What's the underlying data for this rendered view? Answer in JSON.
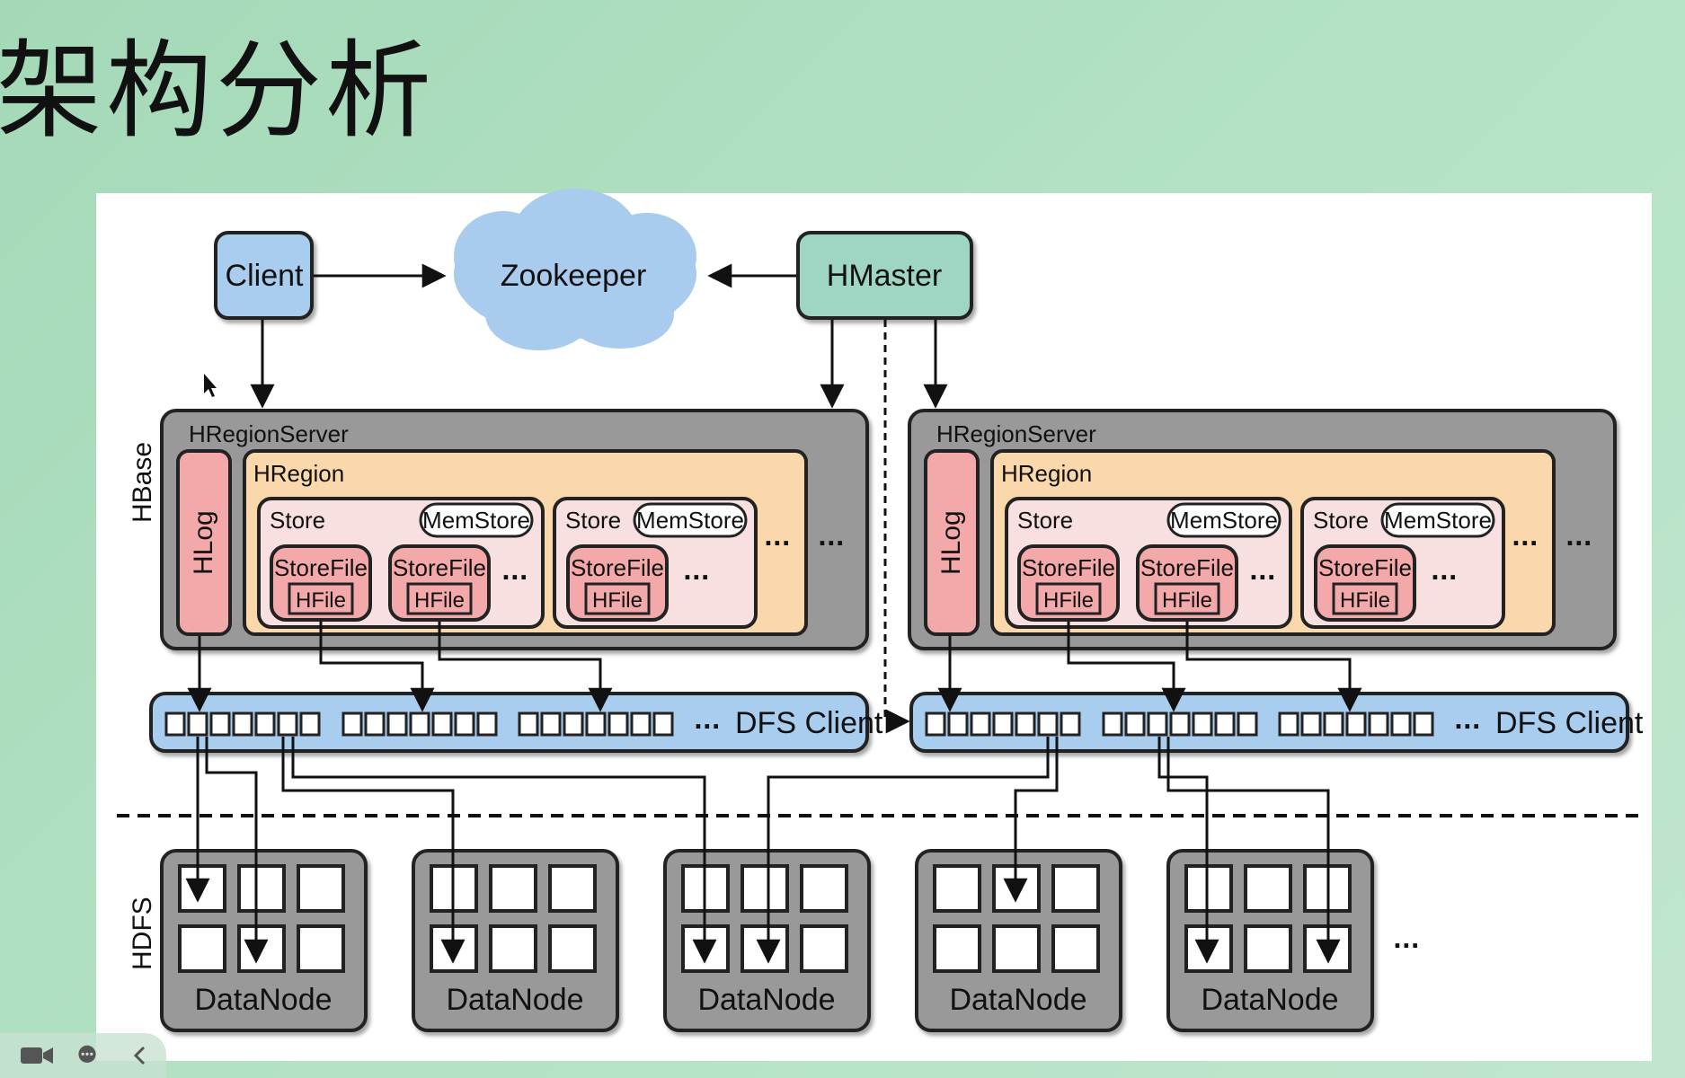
{
  "slide": {
    "title": "架构分析"
  },
  "diagram": {
    "client": "Client",
    "zookeeper": "Zookeeper",
    "hmaster": "HMaster",
    "hbase_label": "HBase",
    "hdfs_label": "HDFS",
    "servers": [
      {
        "name": "HRegionServer",
        "hlog": "HLog",
        "region": "HRegion",
        "stores": [
          {
            "label": "Store",
            "memstore": "MemStore",
            "storefiles": [
              "StoreFile",
              "StoreFile"
            ],
            "hfile": "HFile"
          },
          {
            "label": "Store",
            "memstore": "MemStore",
            "storefiles": [
              "StoreFile"
            ],
            "hfile": "HFile"
          }
        ],
        "dfs_client": "DFS Client"
      },
      {
        "name": "HRegionServer",
        "hlog": "HLog",
        "region": "HRegion",
        "stores": [
          {
            "label": "Store",
            "memstore": "MemStore",
            "storefiles": [
              "StoreFile",
              "StoreFile"
            ],
            "hfile": "HFile"
          },
          {
            "label": "Store",
            "memstore": "MemStore",
            "storefiles": [
              "StoreFile"
            ],
            "hfile": "HFile"
          }
        ],
        "dfs_client": "DFS Client"
      }
    ],
    "datanodes": [
      "DataNode",
      "DataNode",
      "DataNode",
      "DataNode",
      "DataNode"
    ],
    "ellipsis": "..."
  },
  "toolbar": {
    "icons": [
      "video-camera-icon",
      "chat-bubble-icon",
      "chevron-left-icon"
    ]
  }
}
